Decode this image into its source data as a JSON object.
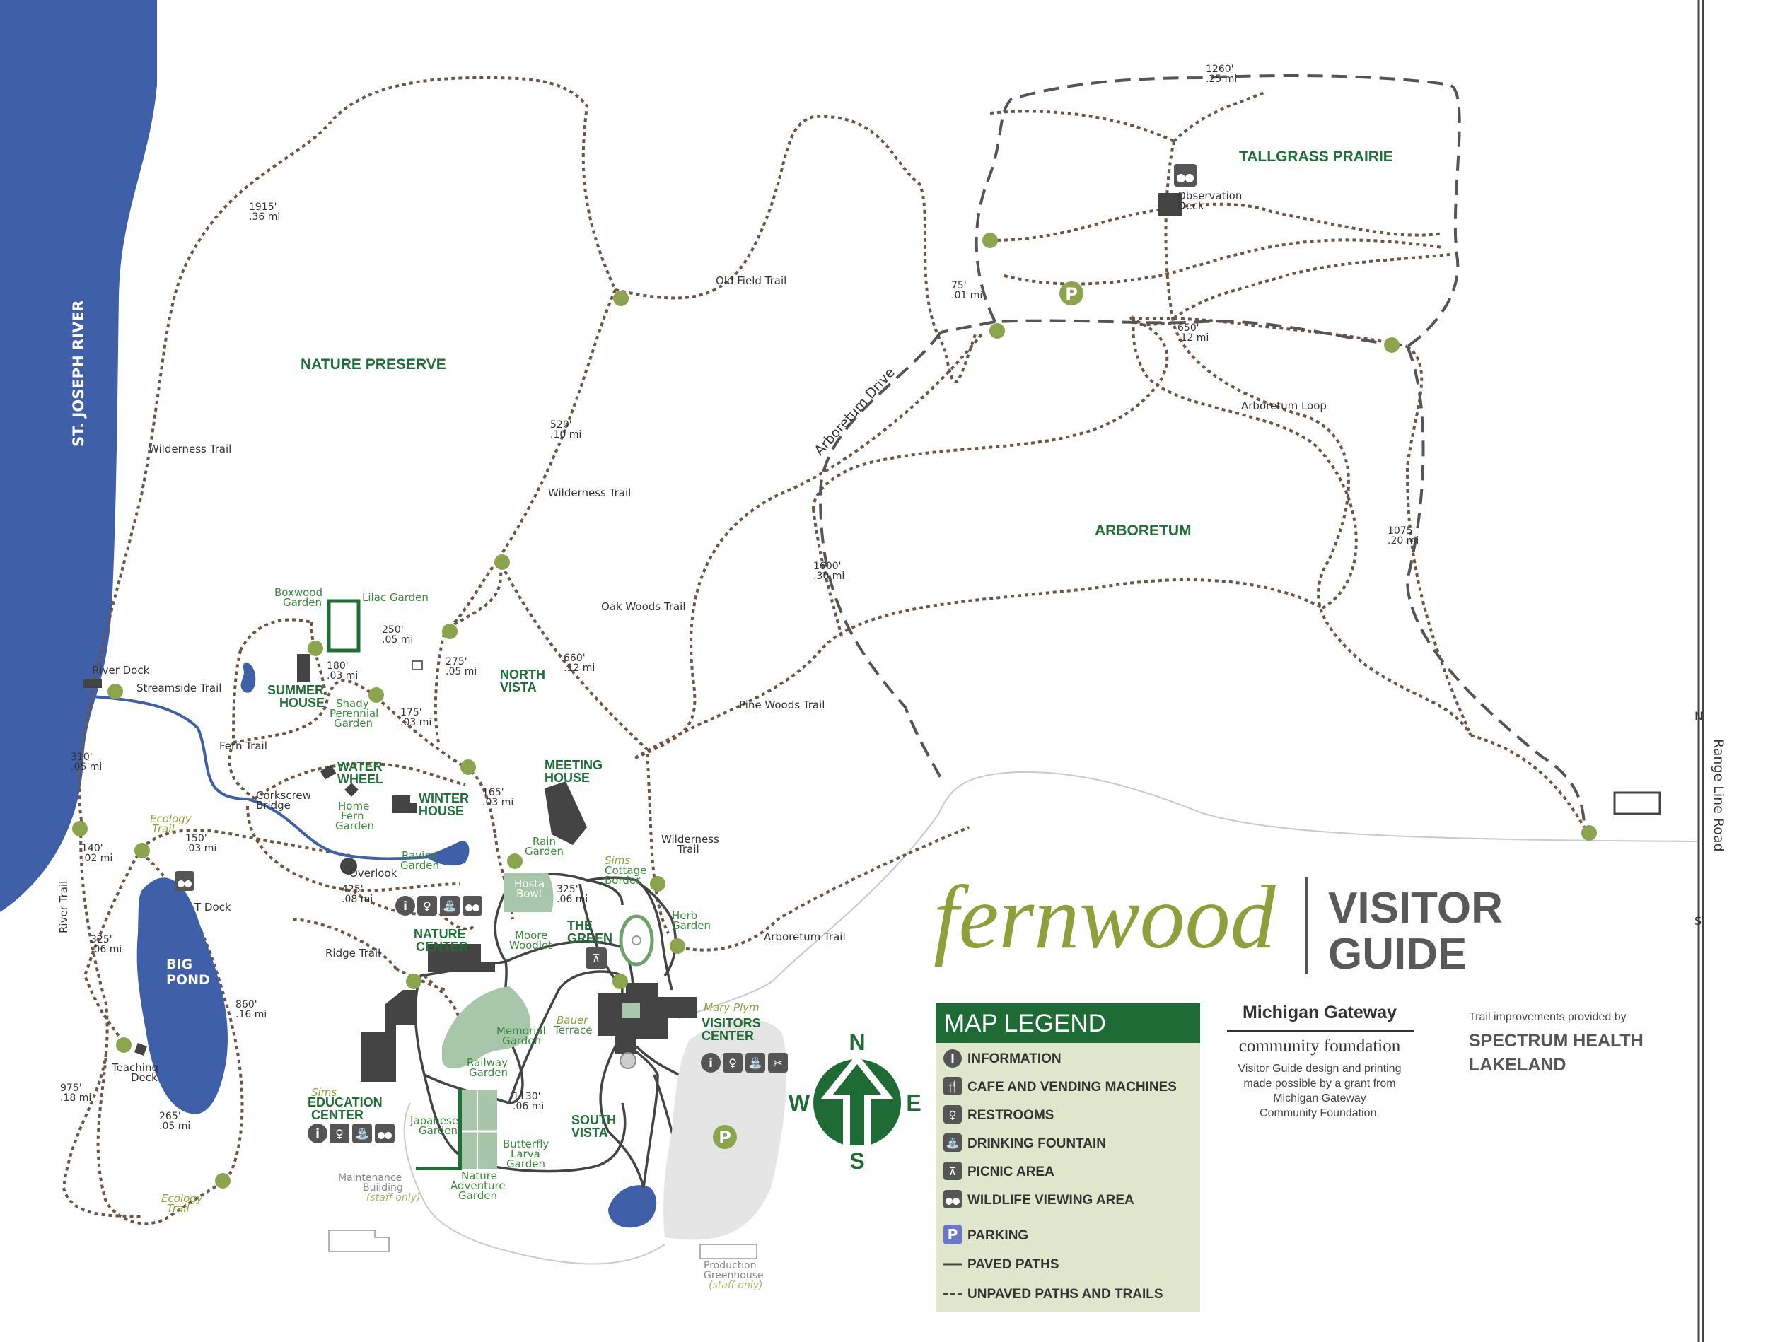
{
  "logo": {
    "brand": "fernwood",
    "title_line1": "VISITOR",
    "title_line2": "GUIDE"
  },
  "legend": {
    "title": "MAP LEGEND",
    "items": [
      {
        "icon": "info-icon",
        "label": "INFORMATION"
      },
      {
        "icon": "cafe-icon",
        "label": "CAFE AND VENDING MACHINES"
      },
      {
        "icon": "restroom-icon",
        "label": "RESTROOMS"
      },
      {
        "icon": "drinking-fountain-icon",
        "label": "DRINKING FOUNTAIN"
      },
      {
        "icon": "picnic-icon",
        "label": "PICNIC AREA"
      },
      {
        "icon": "binoculars-icon",
        "label": "WILDLIFE VIEWING AREA"
      },
      {
        "icon": "parking-icon",
        "label": "PARKING"
      },
      {
        "icon": "paved-line-icon",
        "label": "PAVED PATHS"
      },
      {
        "icon": "unpaved-line-icon",
        "label": "UNPAVED PATHS AND TRAILS"
      }
    ],
    "background": "#dfe6cc",
    "header_color": "#1f6b35"
  },
  "credits": {
    "org_line1": "Michigan Gateway",
    "org_line2": "community foundation",
    "grant_text": [
      "Visitor Guide design and printing",
      "made possible by a grant from",
      "Michigan Gateway",
      "Community Foundation."
    ],
    "trail_text": "Trail improvements provided by",
    "sponsor_line1": "SPECTRUM HEALTH",
    "sponsor_line2": "LAKELAND"
  },
  "compass": {
    "n": "N",
    "s": "S",
    "e": "E",
    "w": "W"
  },
  "road": {
    "name": "Range Line Road",
    "n": "N",
    "s": "S"
  },
  "river": {
    "name": "ST. JOSEPH RIVER"
  },
  "areas": {
    "nature_preserve": "NATURE PRESERVE",
    "tallgrass": "TALLGRASS PRAIRIE",
    "arboretum": "ARBORETUM",
    "north_vista": [
      "NORTH",
      "VISTA"
    ],
    "big_pond": [
      "BIG",
      "POND"
    ],
    "summer_house": [
      "SUMMER",
      "HOUSE"
    ],
    "water_wheel": [
      "WATER",
      "WHEEL"
    ],
    "winter_house": [
      "WINTER",
      "HOUSE"
    ],
    "meeting_house": [
      "MEETING",
      "HOUSE"
    ],
    "nature_center": [
      "NATURE",
      "CENTER"
    ],
    "the_green": [
      "THE",
      "GREEN"
    ],
    "visitors_center": [
      "VISITORS",
      "CENTER"
    ],
    "education_center": [
      "EDUCATION",
      "CENTER"
    ],
    "south_vista": [
      "SOUTH",
      "VISTA"
    ]
  },
  "trails": {
    "wilderness1": "Wilderness Trail",
    "wilderness2": "Wilderness Trail",
    "wilderness3": [
      "Wilderness",
      "Trail"
    ],
    "old_field": "Old Field Trail",
    "oak_woods": "Oak Woods Trail",
    "pine_woods": "Pine Woods Trail",
    "arboretum_loop": "Arboretum Loop",
    "arboretum_drive": "Arboretum Drive",
    "arboretum_trail": "Arboretum Trail",
    "streamside": "Streamside Trail",
    "fern": "Fern Trail",
    "river": "River Trail",
    "ridge": "Ridge Trail",
    "ecology1": [
      "Ecology",
      "Trail"
    ],
    "ecology2": [
      "Ecology",
      "Trail"
    ]
  },
  "distances": {
    "d1915": [
      "1915'",
      ".36 mi"
    ],
    "d1260": [
      "1260'",
      ".25 mi"
    ],
    "d75": [
      "75'",
      ".01 mi"
    ],
    "d650": [
      "650'",
      ".12 mi"
    ],
    "d520": [
      "520'",
      ".10 mi"
    ],
    "d1600": [
      "1600'",
      ".30 mi"
    ],
    "d1075": [
      "1075'",
      ".20 mi"
    ],
    "d660": [
      "660'",
      ".12 mi"
    ],
    "d250": [
      "250'",
      ".05 mi"
    ],
    "d180": [
      "180'",
      ".03 mi"
    ],
    "d275": [
      "275'",
      ".05 mi"
    ],
    "d175": [
      "175'",
      ".03 mi"
    ],
    "d165": [
      "165'",
      ".03 mi"
    ],
    "d310": [
      "310'",
      ".05 mi"
    ],
    "d150": [
      "150'",
      ".03 mi"
    ],
    "d140": [
      "140'",
      ".02 mi"
    ],
    "d425": [
      "425'",
      ".08 mi"
    ],
    "d325a": [
      "325'",
      ".06 mi"
    ],
    "d325b": [
      "325'",
      ".06 mi"
    ],
    "d860": [
      "860'",
      ".16 mi"
    ],
    "d975": [
      "975'",
      ".18 mi"
    ],
    "d265": [
      "265'",
      ".05 mi"
    ],
    "d1130": [
      "1130'",
      ".06 mi"
    ]
  },
  "places": {
    "boxwood": [
      "Boxwood",
      "Garden"
    ],
    "lilac": "Lilac Garden",
    "river_dock": "River Dock",
    "corkscrew": [
      "Corkscrew",
      "Bridge"
    ],
    "home_fern": [
      "Home",
      "Fern",
      "Garden"
    ],
    "ravine": [
      "Ravine",
      "Garden"
    ],
    "overlook": "Overlook",
    "shady": [
      "Shady",
      "Perennial",
      "Garden"
    ],
    "t_dock": "T Dock",
    "teaching_deck": [
      "Teaching",
      "Deck"
    ],
    "rain": [
      "Rain",
      "Garden"
    ],
    "hosta": [
      "Hosta",
      "Bowl"
    ],
    "sims_cottage_a": "Sims",
    "sims_cottage_b": [
      "Cottage",
      "Border"
    ],
    "herb": [
      "Herb",
      "Garden"
    ],
    "moore": [
      "Moore",
      "Woodlot"
    ],
    "memorial": [
      "Memorial",
      "Garden"
    ],
    "bauer": "Bauer",
    "terrace": "Terrace",
    "mary_plym": "Mary Plym",
    "sims_edu": "Sims",
    "railway": [
      "Railway",
      "Garden"
    ],
    "japanese": [
      "Japanese",
      "Garden"
    ],
    "butterfly": [
      "Butterfly",
      "Larva",
      "Garden"
    ],
    "nature_adventure": [
      "Nature",
      "Adventure",
      "Garden"
    ],
    "maintenance": [
      "Maintenance",
      "Building"
    ],
    "maintenance_note": "(staff only)",
    "production": [
      "Production",
      "Greenhouse"
    ],
    "production_note": "(staff only)",
    "observation": [
      "Observation",
      "Deck"
    ]
  },
  "parking_letter": "P",
  "colors": {
    "river": "#3f5fa8",
    "trail": "#6b5646",
    "node": "#8da44e",
    "area_text": "#1e6e36",
    "garden_fill": "#a8c7aa",
    "building": "#444444"
  }
}
